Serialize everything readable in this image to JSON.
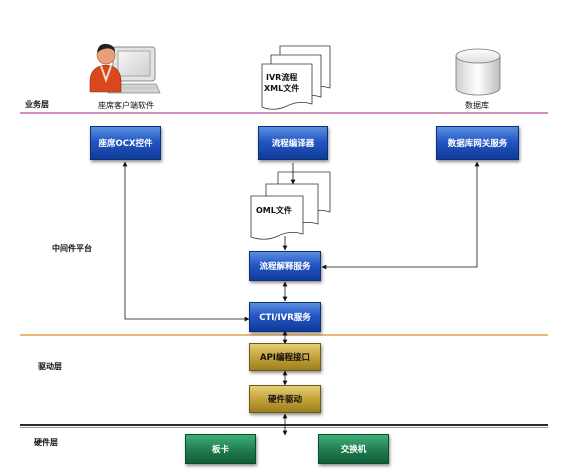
{
  "layers": {
    "business": "业务层",
    "middleware": "中间件平台",
    "driver": "驱动层",
    "hardware": "硬件层"
  },
  "captions": {
    "client_software": "座席客户端软件",
    "database": "数据库"
  },
  "documents": {
    "ivr_line1": "IVR流程",
    "ivr_line2": "XML文件",
    "oml": "OML文件"
  },
  "boxes": {
    "ocx": "座席OCX控件",
    "editor": "流程编译器",
    "db_gateway": "数据库网关服务",
    "interpreter": "流程解释服务",
    "cti_ivr": "CTI/IVR服务",
    "api": "API编程接口",
    "hw_driver": "硬件驱动",
    "board": "板卡",
    "switch": "交换机"
  },
  "colors": {
    "business_line": "#c06aa6",
    "driver_line": "#e2a44a",
    "hardware_line": "#2b2b2b",
    "box_blue": "#1f4fb5",
    "box_gold": "#b8962f",
    "box_green": "#1f7c4f"
  }
}
